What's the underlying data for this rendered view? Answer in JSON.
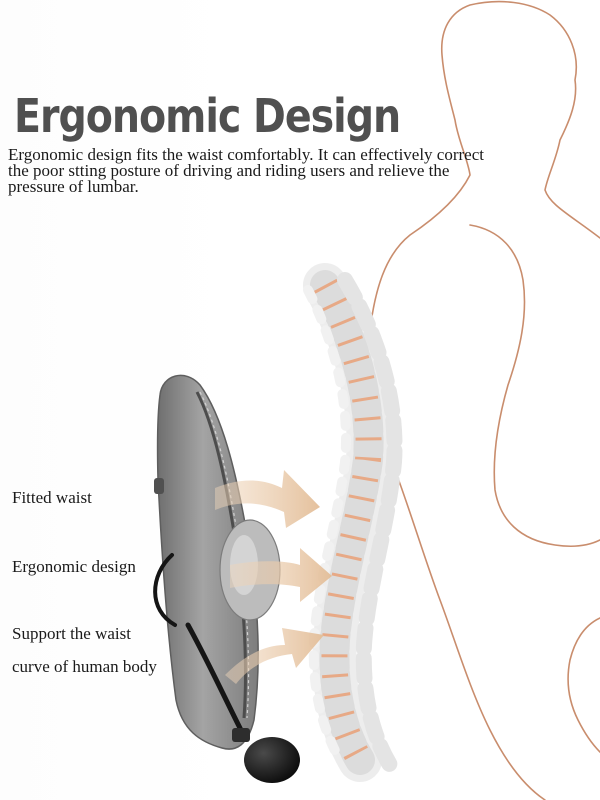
{
  "title": "Ergonomic Design",
  "description": "Ergonomic design fits the waist comfortably. It can effectively correct the poor stting posture of driving and riding users and relieve the pressure of lumbar.",
  "features": [
    "Fitted waist",
    "Ergonomic design",
    "Support the waist",
    "curve of human body"
  ],
  "colors": {
    "title": "#505050",
    "body_outline": "#c98d6d",
    "cushion": "#8c8c8c",
    "arrow": "#e8c9a8",
    "disc": "#e9a077"
  }
}
